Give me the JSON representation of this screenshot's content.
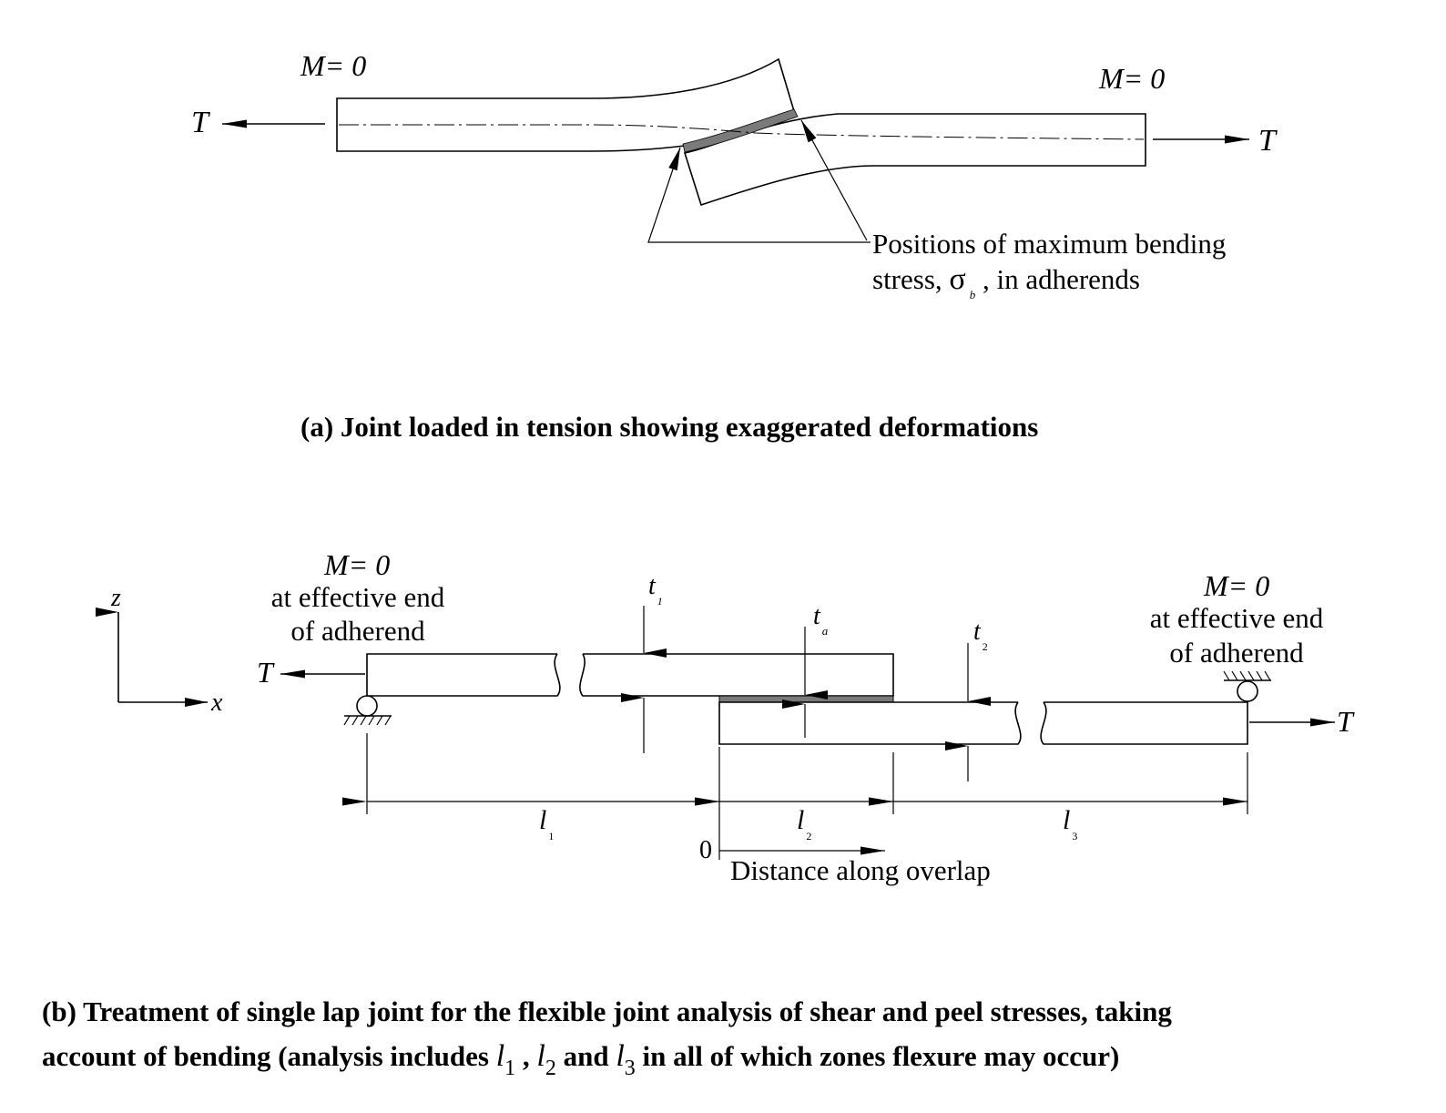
{
  "part_a": {
    "caption": "(a) Joint loaded in tension showing exaggerated deformations",
    "moment_left": "M= 0",
    "moment_right": "M= 0",
    "force_left": "T",
    "force_right": "T",
    "annotation_line1": "Positions of maximum bending",
    "annotation_line2a": "stress, ",
    "sigma": "σ",
    "sigma_sub": "b",
    "annotation_line2b": " , in adherends"
  },
  "part_b": {
    "caption_line1": "(b) Treatment of single lap joint for the flexible joint analysis of shear and peel stresses, taking",
    "caption_line2_pre": "account of bending (analysis includes ",
    "caption_l": "l",
    "sub1": "1",
    "sub2": "2",
    "sub3": "3",
    "caption_sep": " , ",
    "caption_and": "  and ",
    "caption_line2_post": "  in all of which zones flexure may occur)",
    "axis_z": "z",
    "axis_x": "x",
    "moment_left": "M= 0",
    "eff_end_line1": "at effective end",
    "eff_end_line2": "of adherend",
    "moment_right": "M= 0",
    "force_left": "T",
    "force_right": "T",
    "t1": "t",
    "t1_sub": "1",
    "ta": "t",
    "ta_sub": "a",
    "t2": "t",
    "t2_sub": "2",
    "l1": "l",
    "l1_sub": "1",
    "l2": "l",
    "l2_sub": "2",
    "l3": "l",
    "l3_sub": "3",
    "origin": "0",
    "distance_label": "Distance along overlap"
  }
}
